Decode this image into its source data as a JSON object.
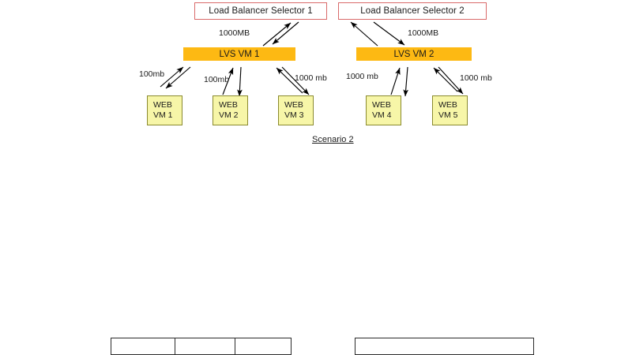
{
  "diagram": {
    "caption": "Scenario 2",
    "colors": {
      "lvs_bar": "#fdb913",
      "web_box_fill": "#f7f6a8",
      "web_box_border": "#8a8a2e",
      "lb_box_border": "#d96a6a",
      "arrow": "#000000",
      "table_border": "#2b2b2b",
      "background": "#ffffff"
    },
    "load_balancers": [
      {
        "id": "lb1",
        "label": "Load Balancer Selector 1"
      },
      {
        "id": "lb2",
        "label": "Load Balancer Selector 2"
      }
    ],
    "lvs_nodes": [
      {
        "id": "lvs1",
        "label": "LVS VM 1"
      },
      {
        "id": "lvs2",
        "label": "LVS VM 2"
      }
    ],
    "web_nodes": [
      {
        "id": "web1",
        "line1": "WEB",
        "line2": "VM 1"
      },
      {
        "id": "web2",
        "line1": "WEB",
        "line2": "VM 2"
      },
      {
        "id": "web3",
        "line1": "WEB",
        "line2": "VM 3"
      },
      {
        "id": "web4",
        "line1": "WEB",
        "line2": "VM 4"
      },
      {
        "id": "web5",
        "line1": "WEB",
        "line2": "VM 5"
      }
    ],
    "link_labels": {
      "lb1_to_lvs1": "1000MB",
      "lb2_to_lvs2": "1000MB",
      "lvs1_to_web1": "100mb",
      "lvs1_to_web2": "100mb",
      "lvs1_to_web3": "1000 mb",
      "lvs2_to_web4": "1000 mb",
      "lvs2_to_web5": "1000 mb"
    }
  }
}
